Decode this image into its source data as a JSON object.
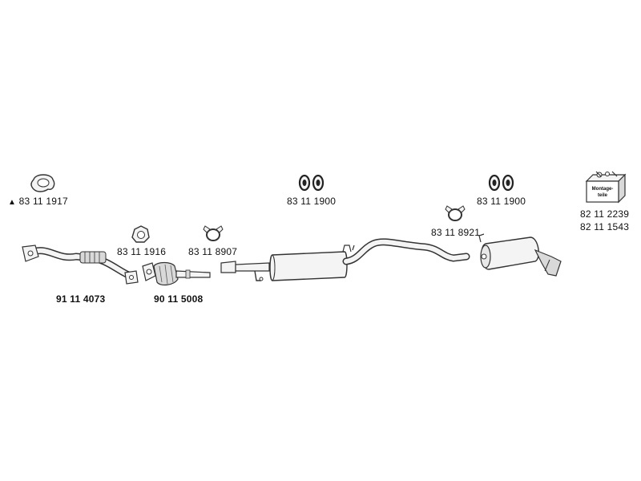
{
  "parts": {
    "gasket_front": {
      "number": "83 11 1917",
      "marker": "▲"
    },
    "front_pipe": {
      "number": "91 11 4073"
    },
    "gasket_cat": {
      "number": "83 11 1916"
    },
    "catalyst": {
      "number": "90 11 5008"
    },
    "clamp_mid": {
      "number": "83 11 8907"
    },
    "mounts_center": {
      "number": "83 11 1900"
    },
    "clamp_rear": {
      "number": "83 11 8921"
    },
    "mounts_rear": {
      "number": "83 11 1900"
    },
    "mounting_kit": {
      "numbers": [
        "82 11 2239",
        "82 11 1543"
      ],
      "box_text": [
        "Montage-",
        "teile"
      ]
    }
  },
  "colors": {
    "line": "#333333",
    "fill": "#f4f4f4",
    "shade": "#d9d9d9",
    "dark": "#222222"
  }
}
